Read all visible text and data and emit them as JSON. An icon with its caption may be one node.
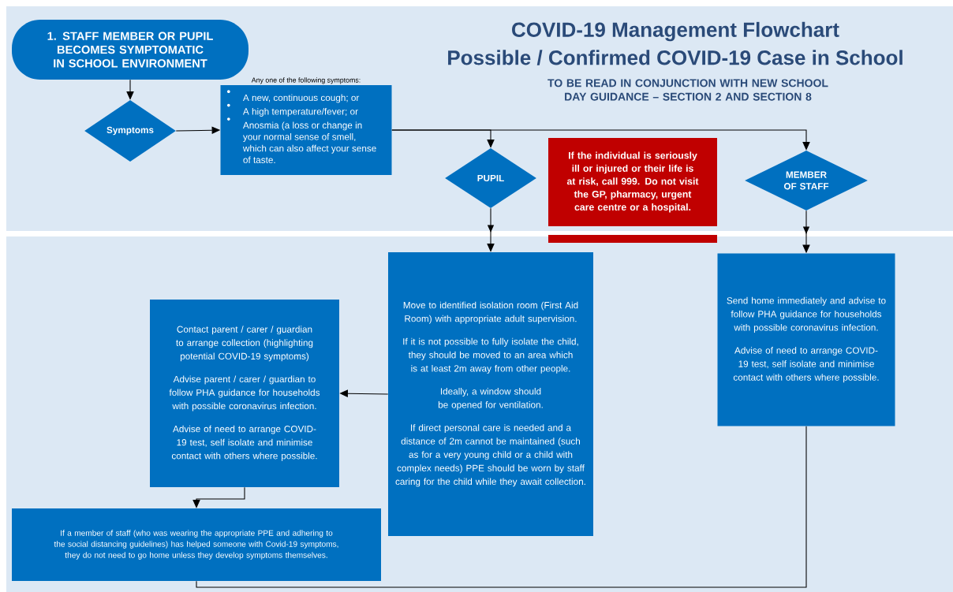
{
  "diagram": {
    "title": "COVID-19 Management Flowchart",
    "nodes": [
      {
        "text": [
          "1. STAFF MEMBER OR PUPIL BECOMES SYMPTOMATIC IN SCHOOL ENVIRONMENT"
        ]
      },
      {
        "text": [
          "Symptoms"
        ]
      },
      {
        "text": [
          "Any one of the following symptoms:",
          "A new, continuous cough; or",
          "A high temperature/fever; or",
          "Anosmia (a loss or change in your normal sense of smell, which can also affect your sense of taste."
        ]
      },
      {
        "text": [
          "PUPIL"
        ]
      },
      {
        "text": [
          "If the individual is seriously ill or injured or their life is at risk, call 999. Do not visit the GP, pharmacy, urgent care centre or a hospital."
        ]
      },
      {
        "text": [
          "MEMBER OF STAFF"
        ]
      },
      {
        "text": [
          "Move to identified isolation room (First Aid Room) with appropriate adult supervision.",
          "If it is not possible to fully isolate the child, they should be moved to an area which is at least 2m away from other people.",
          "Ideally, a window should be opened for ventilation.",
          "If direct personal care is needed and a distance of 2m cannot be maintained (such as for a very young child or a child with complex needs) PPE should be worn by staff caring for the child while they await collection."
        ]
      },
      {
        "text": [
          "Contact parent / carer / guardian to arrange collection (highlighting potential COVID-19 symptoms)",
          "Advise parent / carer / guardian to follow PHA guidance for households with possible coronavirus infection.",
          "Advise of need to arrange COVID-19 test, self isolate and minimise contact with others where possible."
        ]
      },
      {
        "text": [
          "Send home immediately and advise to follow PHA guidance for households with possible coronavirus infection.",
          "Advise of need to arrange COVID-19 test, self isolate and minimise contact with others where possible."
        ]
      },
      {
        "text": [
          "If a member of staff (who was wearing the appropriate PPE and adhering to the social distancing guidelines) has helped someone with Covid-19 symptoms, they do not need to go home unless they develop symptoms themselves."
        ]
      }
    ],
    "edges": [
      {
        "from": 0,
        "to": 1,
        "arrow": "to"
      },
      {
        "from": 1,
        "to": 2,
        "arrow": "to"
      },
      {
        "from": 2,
        "to": 3,
        "arrow": "to"
      },
      {
        "from": 2,
        "to": 5,
        "arrow": "to"
      },
      {
        "from": 3,
        "to": 6,
        "arrow": "to"
      },
      {
        "from": 5,
        "to": 8,
        "arrow": "to"
      },
      {
        "from": 6,
        "to": 7,
        "arrow": "to"
      },
      {
        "from": 7,
        "to": 9,
        "arrow": "to"
      },
      {
        "from": 8,
        "to": 9,
        "arrow": "none"
      }
    ],
    "labels": [
      "Possible / Confirmed COVID-19 Case in School",
      "TO BE READ IN CONJUNCTION WITH NEW SCHOOL DAY GUIDANCE – SECTION 2 AND SECTION 8"
    ]
  }
}
